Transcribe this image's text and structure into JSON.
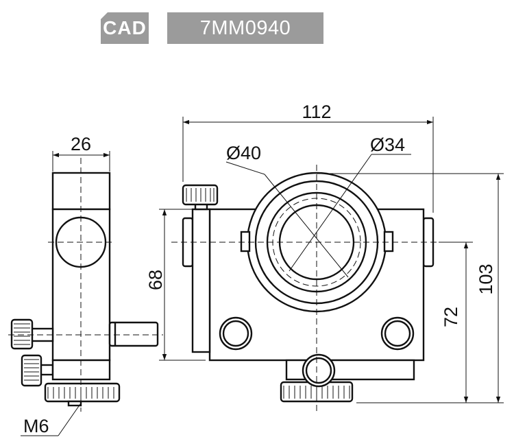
{
  "header": {
    "cad_label": "CAD",
    "model_number": "7MM0940"
  },
  "dimensions": {
    "side_width": "26",
    "overall_width": "112",
    "inner_diameter": "Ø40",
    "clear_aperture": "Ø34",
    "side_height": "68",
    "center_height": "72",
    "overall_height": "103",
    "thread": "M6"
  },
  "colors": {
    "badge": "#9b9b9b",
    "badge_text": "#ffffff",
    "line": "#111111"
  }
}
